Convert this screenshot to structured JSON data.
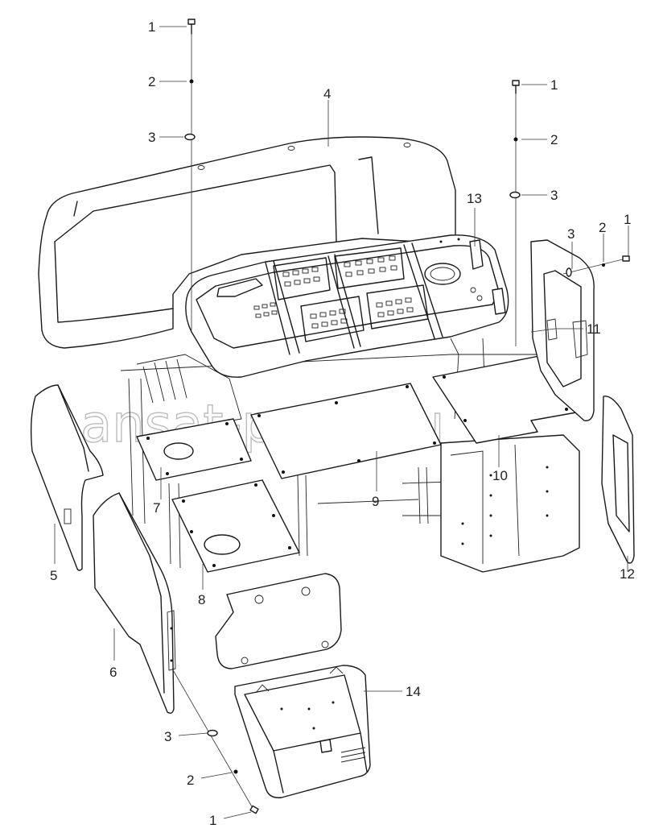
{
  "watermark": "ansat-parts.ru",
  "callouts": [
    {
      "id": "c1a",
      "text": "1"
    },
    {
      "id": "c2a",
      "text": "2"
    },
    {
      "id": "c3a",
      "text": "3"
    },
    {
      "id": "c4",
      "text": "4"
    },
    {
      "id": "c1b",
      "text": "1"
    },
    {
      "id": "c2b",
      "text": "2"
    },
    {
      "id": "c3b",
      "text": "3"
    },
    {
      "id": "c13",
      "text": "13"
    },
    {
      "id": "c3c",
      "text": "3"
    },
    {
      "id": "c2c",
      "text": "2"
    },
    {
      "id": "c1c",
      "text": "1"
    },
    {
      "id": "c11",
      "text": "11"
    },
    {
      "id": "c5",
      "text": "5"
    },
    {
      "id": "c6",
      "text": "6"
    },
    {
      "id": "c7",
      "text": "7"
    },
    {
      "id": "c8",
      "text": "8"
    },
    {
      "id": "c9",
      "text": "9"
    },
    {
      "id": "c10",
      "text": "10"
    },
    {
      "id": "c12",
      "text": "12"
    },
    {
      "id": "c14",
      "text": "14"
    },
    {
      "id": "c3d",
      "text": "3"
    },
    {
      "id": "c2d",
      "text": "2"
    },
    {
      "id": "c1d",
      "text": "1"
    }
  ]
}
